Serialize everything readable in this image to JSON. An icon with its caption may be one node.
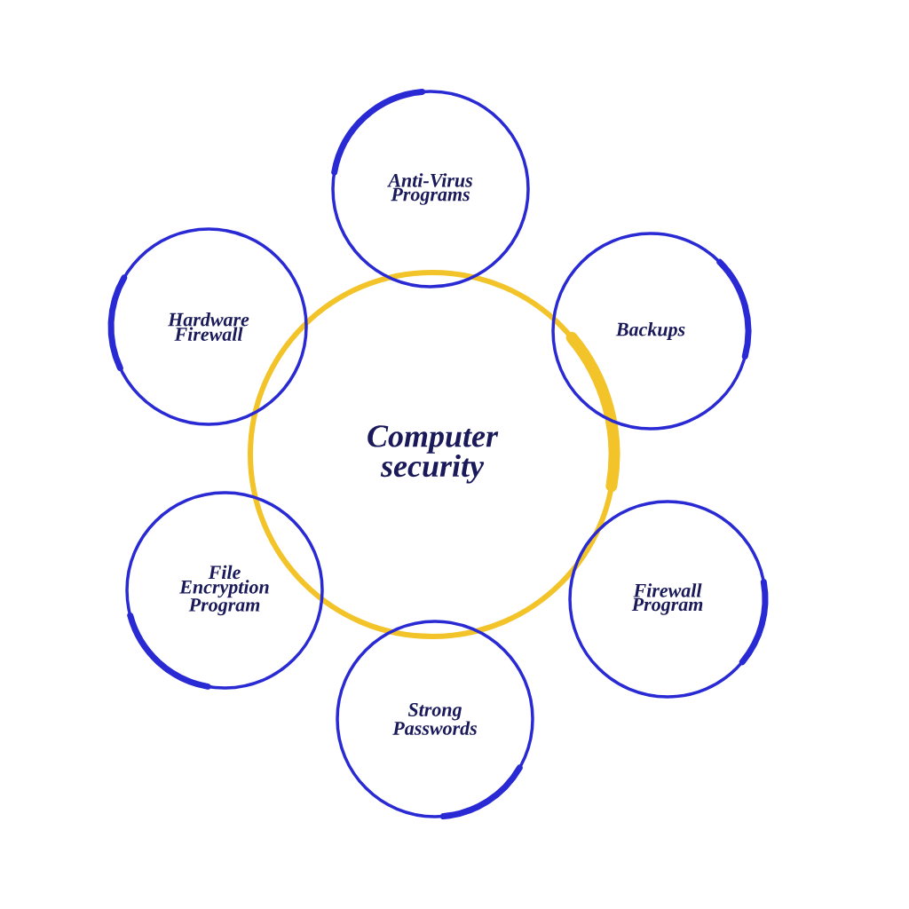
{
  "diagram": {
    "nodes": [
      {
        "text": [
          "Computer security"
        ]
      },
      {
        "text": [
          "Anti-Virus Programs"
        ]
      },
      {
        "text": [
          "Backups"
        ]
      },
      {
        "text": [
          "Firewall Program"
        ]
      },
      {
        "text": [
          "Strong Passwords"
        ]
      },
      {
        "text": [
          "File Encryption Program"
        ]
      },
      {
        "text": [
          "Hardware Firewall"
        ]
      }
    ]
  }
}
